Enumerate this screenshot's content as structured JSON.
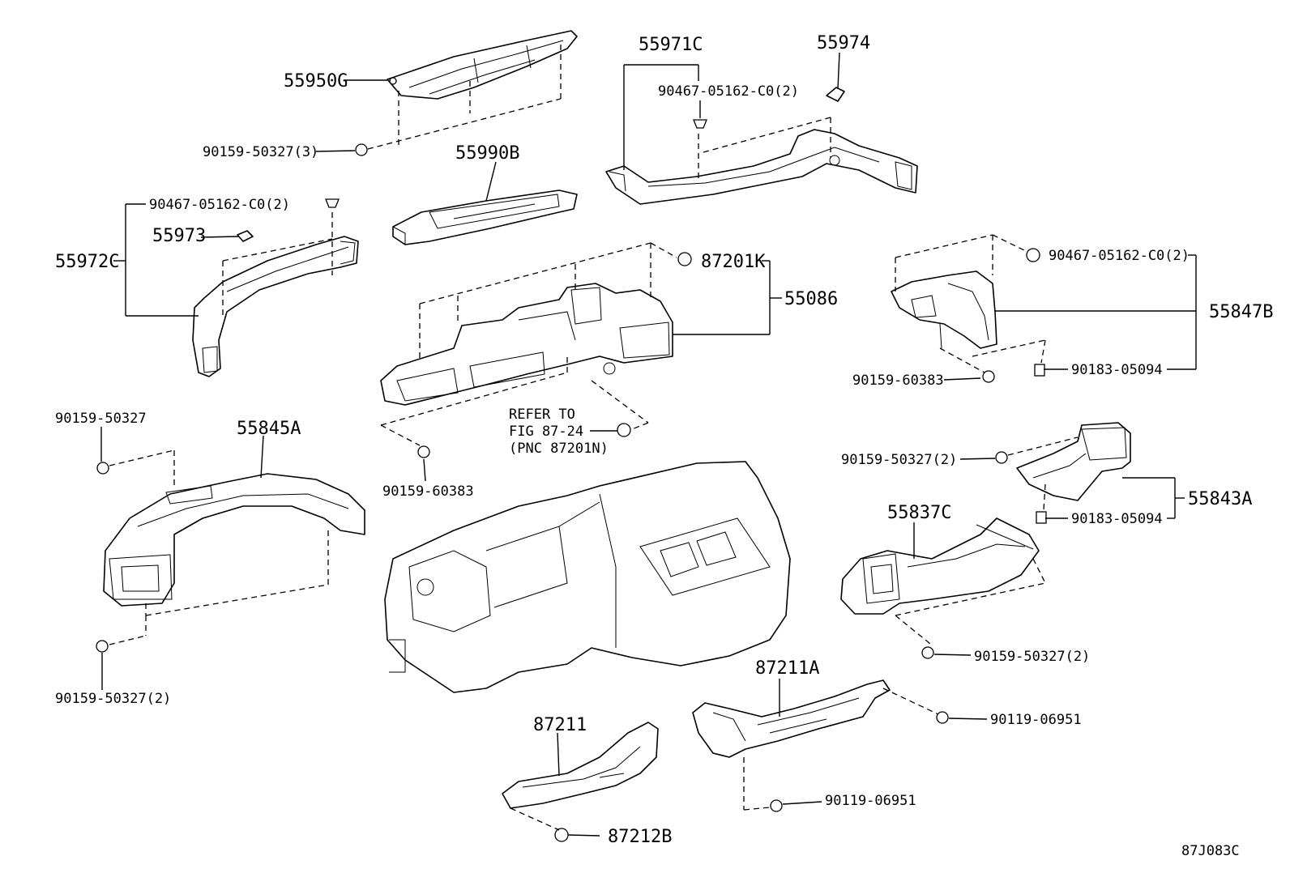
{
  "labels": {
    "p55950G": "55950G",
    "p90159_50327_3": "90159-50327(3)",
    "p55990B": "55990B",
    "p55971C": "55971C",
    "p90467_top": "90467-05162-C0(2)",
    "p55974": "55974",
    "p90467_left": "90467-05162-C0(2)",
    "p55973": "55973",
    "p55972C": "55972C",
    "p87201K": "87201K",
    "p55086": "55086",
    "p90467_right": "90467-05162-C0(2)",
    "p55847B": "55847B",
    "p90159_60383_r": "90159-60383",
    "p90183_05094_r": "90183-05094",
    "p90159_50327_l": "90159-50327",
    "p55845A": "55845A",
    "refer1": "REFER TO",
    "refer2": "FIG 87-24",
    "refer3": "(PNC 87201N)",
    "p90159_60383_c": "90159-60383",
    "p90159_50327_2r": "90159-50327(2)",
    "p55843A": "55843A",
    "p90183_05094_b": "90183-05094",
    "p55837C": "55837C",
    "p90159_50327_2l": "90159-50327(2)",
    "p90159_50327_2b": "90159-50327(2)",
    "p87211A": "87211A",
    "p90119_06951_a": "90119-06951",
    "p87211": "87211",
    "p90119_06951_b": "90119-06951",
    "p87212B": "87212B",
    "code": "87J083C"
  }
}
